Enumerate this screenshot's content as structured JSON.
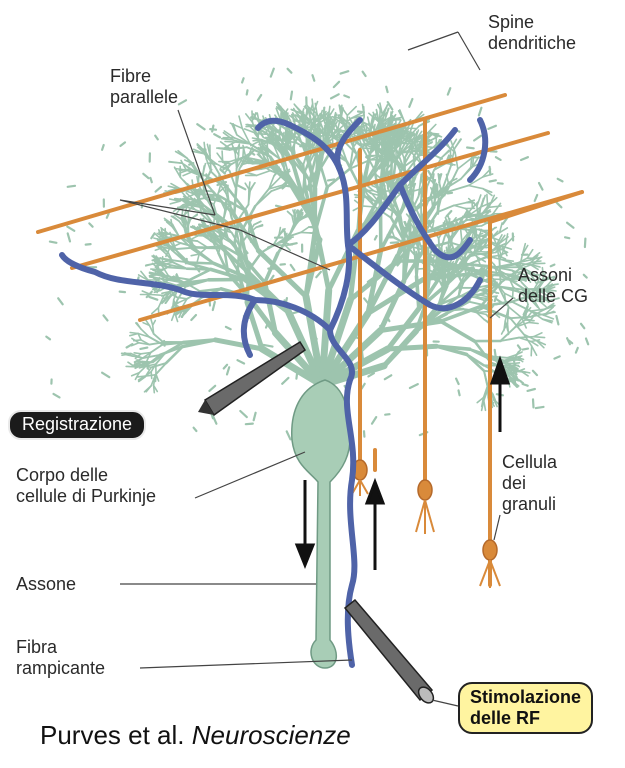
{
  "labels": {
    "spine": [
      "Spine",
      "dendritiche"
    ],
    "fibre": [
      "Fibre",
      "parallele"
    ],
    "assoni": [
      "Assoni",
      "delle CG"
    ],
    "registrazione": "Registrazione",
    "corpo": [
      "Corpo delle",
      "cellule di Purkinje"
    ],
    "cellula": [
      "Cellula",
      "dei",
      "granuli"
    ],
    "assone": "Assone",
    "fibra": [
      "Fibra",
      "rampicante"
    ],
    "stimolazione": [
      "Stimolazione",
      "delle RF"
    ]
  },
  "credit": {
    "authors": "Purves et al.",
    "title": "Neuroscienze"
  },
  "colors": {
    "dendrite": "#9dc4ae",
    "dendrite_stroke": "#6f9a84",
    "climbing": "#4f63a8",
    "granule": "#d98a3a",
    "electrode": "#333333"
  }
}
